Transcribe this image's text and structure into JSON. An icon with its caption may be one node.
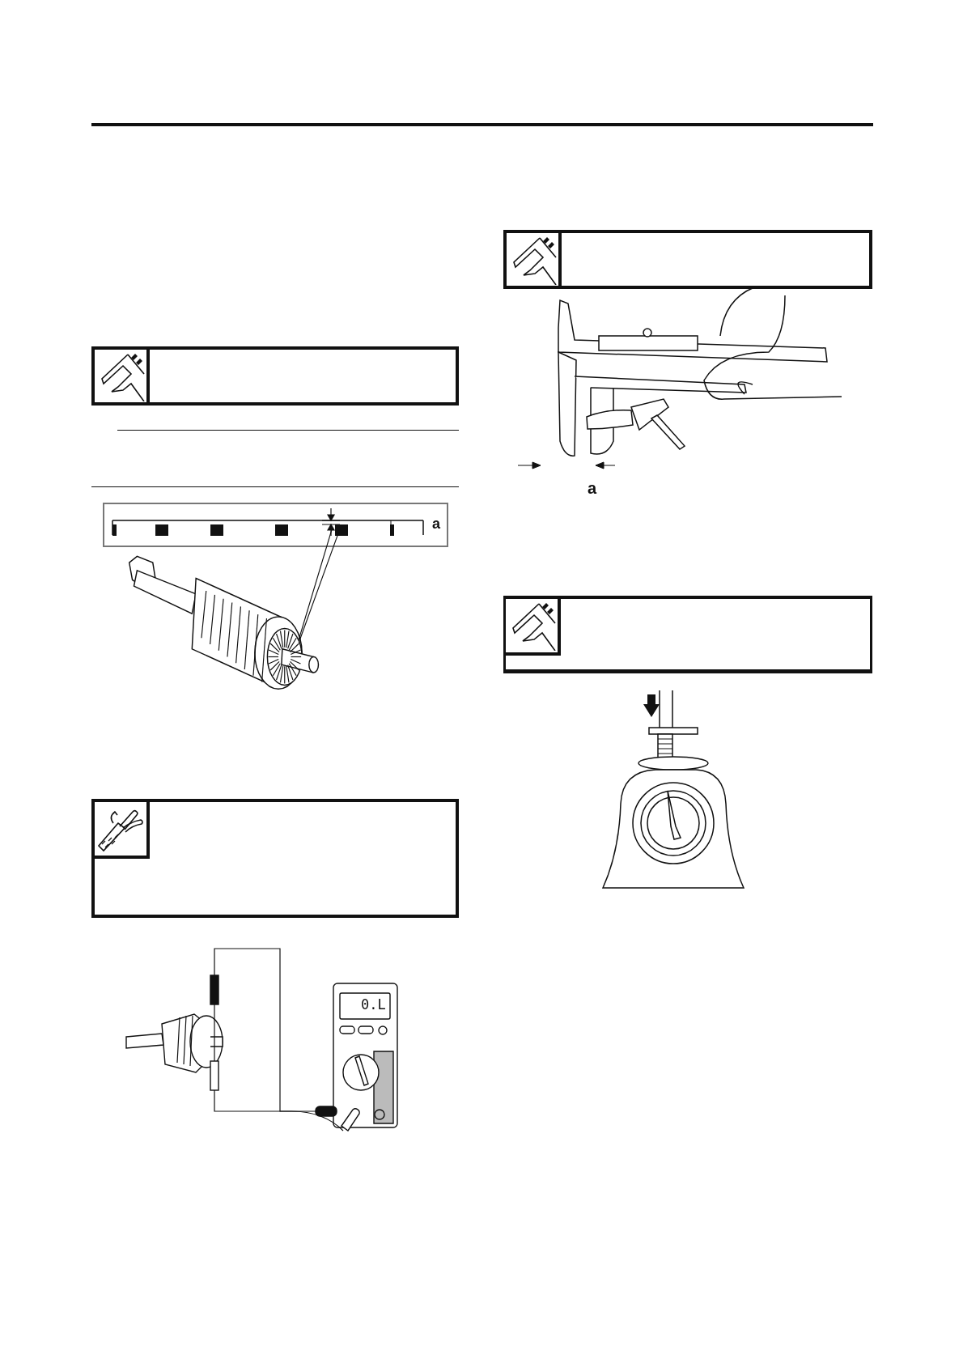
{
  "diagram": {
    "labels": [
      "a",
      "0.L",
      "a"
    ]
  }
}
